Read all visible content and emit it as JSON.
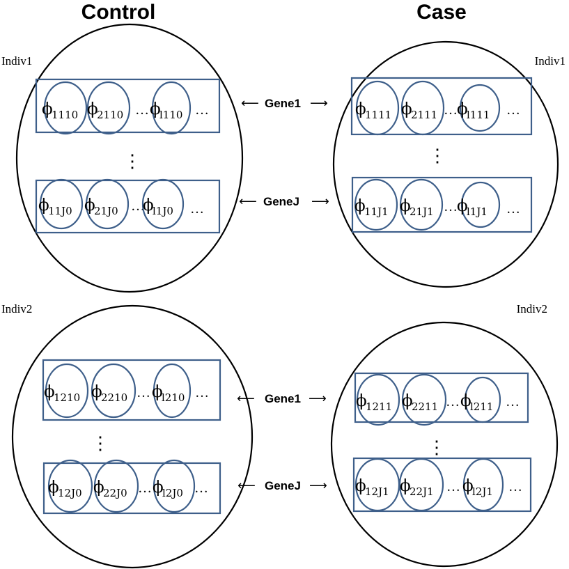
{
  "titles": {
    "control": "Control",
    "case": "Case"
  },
  "individuals": {
    "indiv1_control": "Indiv1",
    "indiv1_case": "Indiv1",
    "indiv2_control": "Indiv2",
    "indiv2_case": "Indiv2"
  },
  "genes": {
    "row1_gene1": "Gene1",
    "row1_geneJ": "GeneJ",
    "row2_gene1": "Gene1",
    "row2_geneJ": "GeneJ"
  },
  "arrows": {
    "left": "⟵",
    "right": "⟶"
  },
  "symbols": {
    "phi": "ϕ",
    "ellipsis": "…",
    "vdots": "⋮"
  },
  "cells": {
    "c1g1": [
      "1110",
      "2110",
      "l110"
    ],
    "c1gJ": [
      "11J0",
      "21J0",
      "l1J0"
    ],
    "k1g1": [
      "1111",
      "2111",
      "l111"
    ],
    "k1gJ": [
      "11J1",
      "21J1",
      "l1J1"
    ],
    "c2g1": [
      "1210",
      "2210",
      "l210"
    ],
    "c2gJ": [
      "12J0",
      "22J0",
      "l2J0"
    ],
    "k2g1": [
      "1211",
      "2211",
      "l211"
    ],
    "k2gJ": [
      "12J1",
      "22J1",
      "l2J1"
    ]
  }
}
